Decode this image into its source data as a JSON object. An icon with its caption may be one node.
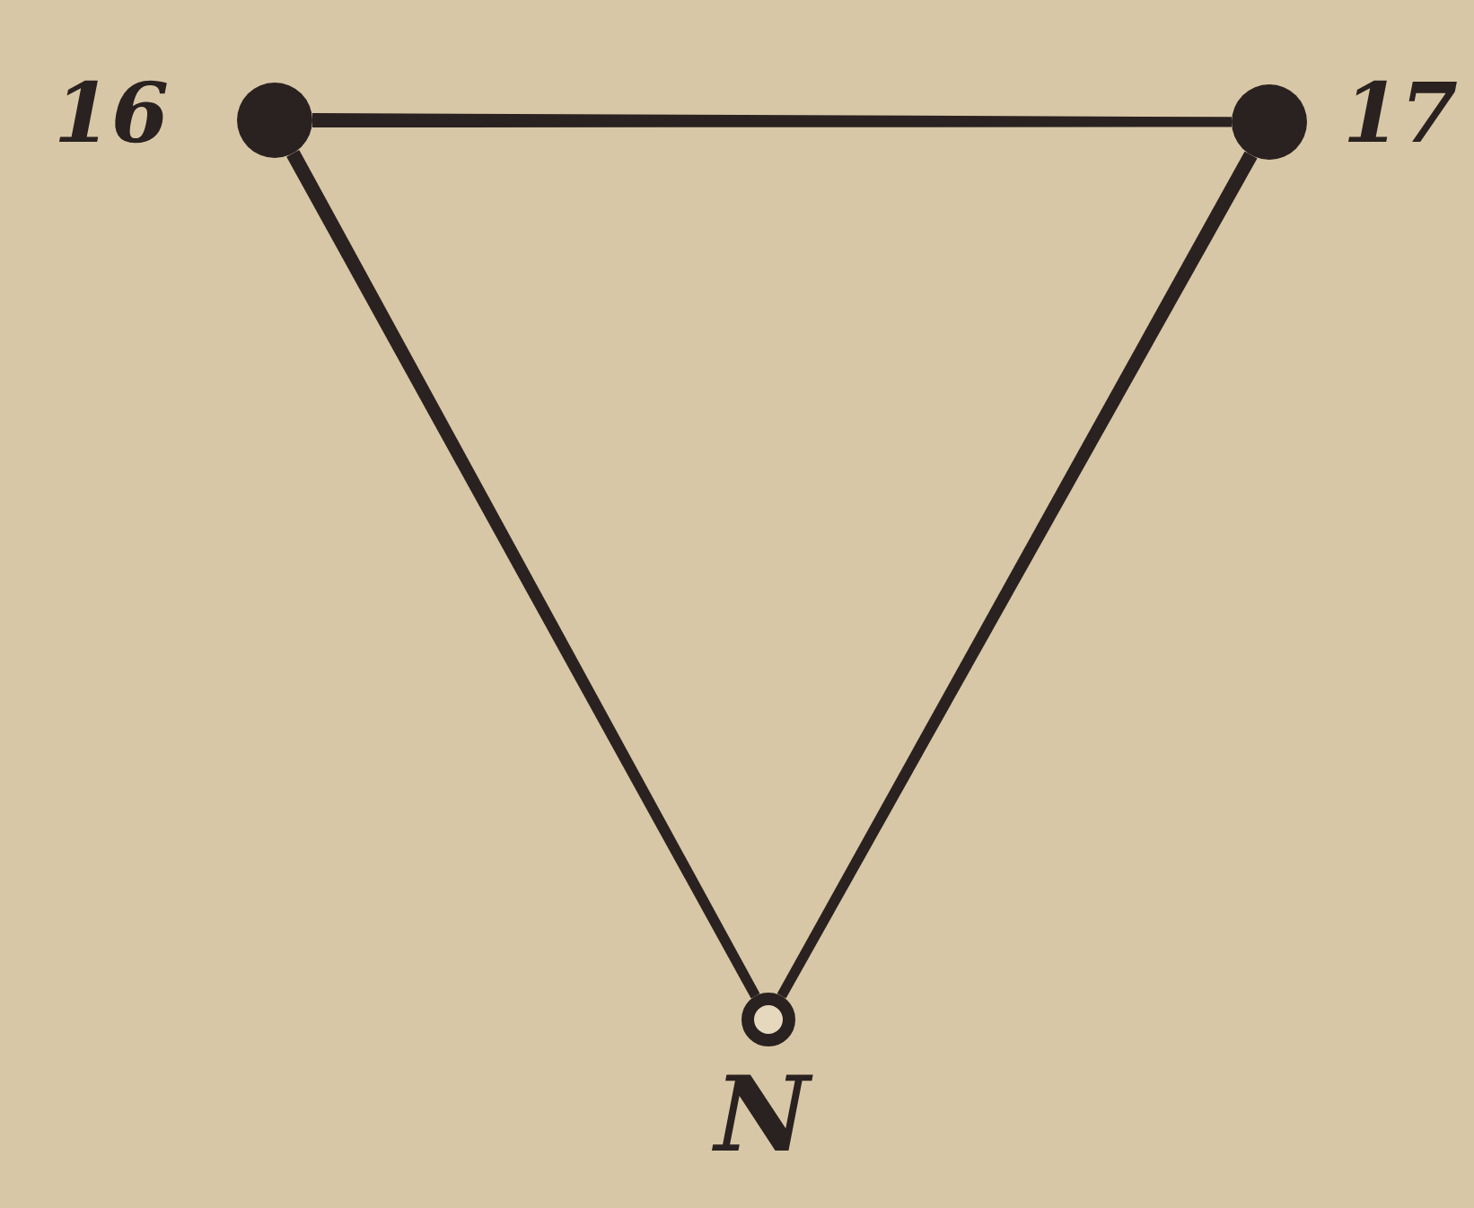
{
  "diagram": {
    "nodes": [
      {
        "text": [],
        "shape": "dot",
        "beside": [
          "16"
        ]
      },
      {
        "text": [],
        "shape": "dot",
        "beside": [
          "17"
        ]
      },
      {
        "text": [],
        "shape": "circle",
        "beside": [
          "N"
        ]
      }
    ],
    "edges": [
      {
        "from": 0,
        "to": 1,
        "arrow": "none"
      },
      {
        "from": 0,
        "to": 2,
        "arrow": "none"
      },
      {
        "from": 1,
        "to": 2,
        "arrow": "none"
      }
    ]
  }
}
